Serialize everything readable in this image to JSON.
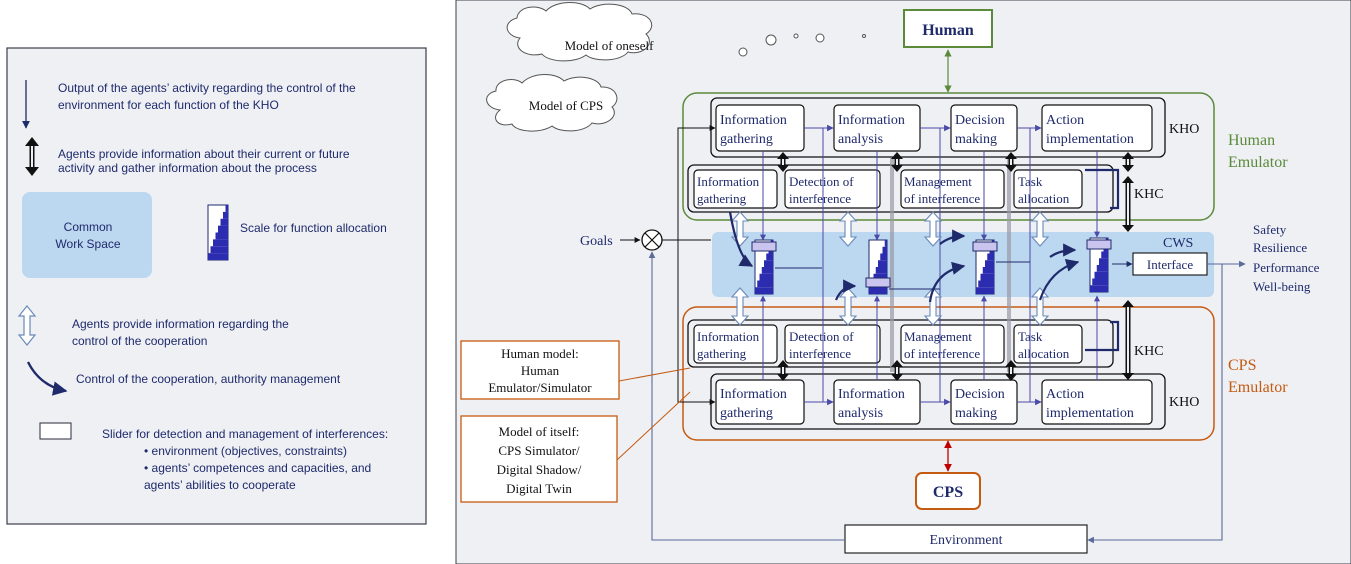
{
  "legend": {
    "output_text_1": "Output of the agents’ activity regarding the control of the",
    "output_text_2": "environment for each function of the KHO",
    "info_text_1": "Agents provide information about their current or future",
    "info_text_2": "activity and gather information about the process",
    "cws_line1": "Common",
    "cws_line2": "Work Space",
    "scale_text": "Scale for function allocation",
    "coop_text_1": "Agents provide information regarding the",
    "coop_text_2": "control of the cooperation",
    "control_text": "Control of the cooperation, authority management",
    "slider_text": "Slider for detection and management of interferences:",
    "bullet_1": "• environment (objectives, constraints)",
    "bullet_2": "• agents’ competences and capacities, and",
    "bullet_3": "agents’ abilities to cooperate"
  },
  "diagram": {
    "cloud_oneself": "Model of oneself",
    "cloud_cps": "Model of CPS",
    "human": "Human",
    "cps": "CPS",
    "goals": "Goals",
    "cws": "CWS",
    "interface": "Interface",
    "environment": "Environment",
    "outcomes": [
      "Safety",
      "Resilience",
      "Performance",
      "Well-being"
    ],
    "human_emulator": [
      "Human",
      "Emulator"
    ],
    "cps_emulator": [
      "CPS",
      "Emulator"
    ],
    "kho": "KHO",
    "khc": "KHC",
    "kho_functions": [
      [
        "Information",
        "gathering"
      ],
      [
        "Information",
        "analysis"
      ],
      [
        "Decision",
        "making"
      ],
      [
        "Action",
        "implementation"
      ]
    ],
    "khc_functions": [
      [
        "Information",
        "gathering"
      ],
      [
        "Detection of",
        "interference"
      ],
      [
        "Management",
        "of interference"
      ],
      [
        "Task",
        "allocation"
      ]
    ],
    "human_model_box": [
      "Human model:",
      "Human",
      "Emulator/Simulator"
    ],
    "itself_model_box": [
      "Model of itself:",
      "CPS Simulator/",
      "Digital Shadow/",
      "Digital Twin"
    ]
  },
  "colors": {
    "navy": "#1f2a6b",
    "cws_fill": "#bcd7f0",
    "green": "#5b8a3a",
    "orange": "#c55a11",
    "red": "#c00000",
    "panel_bg": "#eef0f4",
    "bar_blue": "#2c2cb0"
  }
}
